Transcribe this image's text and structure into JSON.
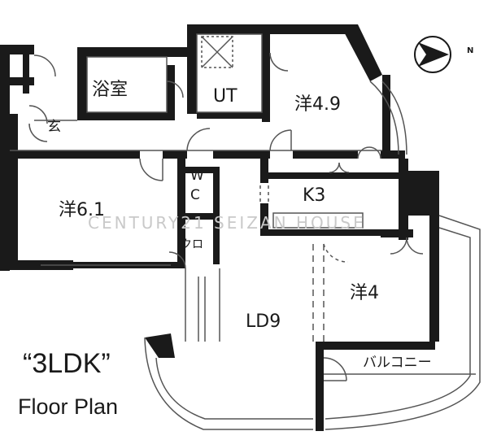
{
  "rooms": {
    "bath": "浴室",
    "utility": "UT",
    "western_49": "洋4.9",
    "entrance": "玄",
    "western_61": "洋6.1",
    "wc_top": "W",
    "wc_bottom": "C",
    "kitchen": "K3",
    "closet": "クロ",
    "western_4": "洋4",
    "living": "LD9",
    "balcony": "バルコニー"
  },
  "watermark": "CENTURY21 SEIZAN HOUSE",
  "layout_title": "“3LDK”",
  "layout_subtitle": "Floor Plan",
  "compass_label": "N",
  "colors": {
    "wall": "#1a1a1a",
    "line": "#555555",
    "background": "#ffffff"
  }
}
